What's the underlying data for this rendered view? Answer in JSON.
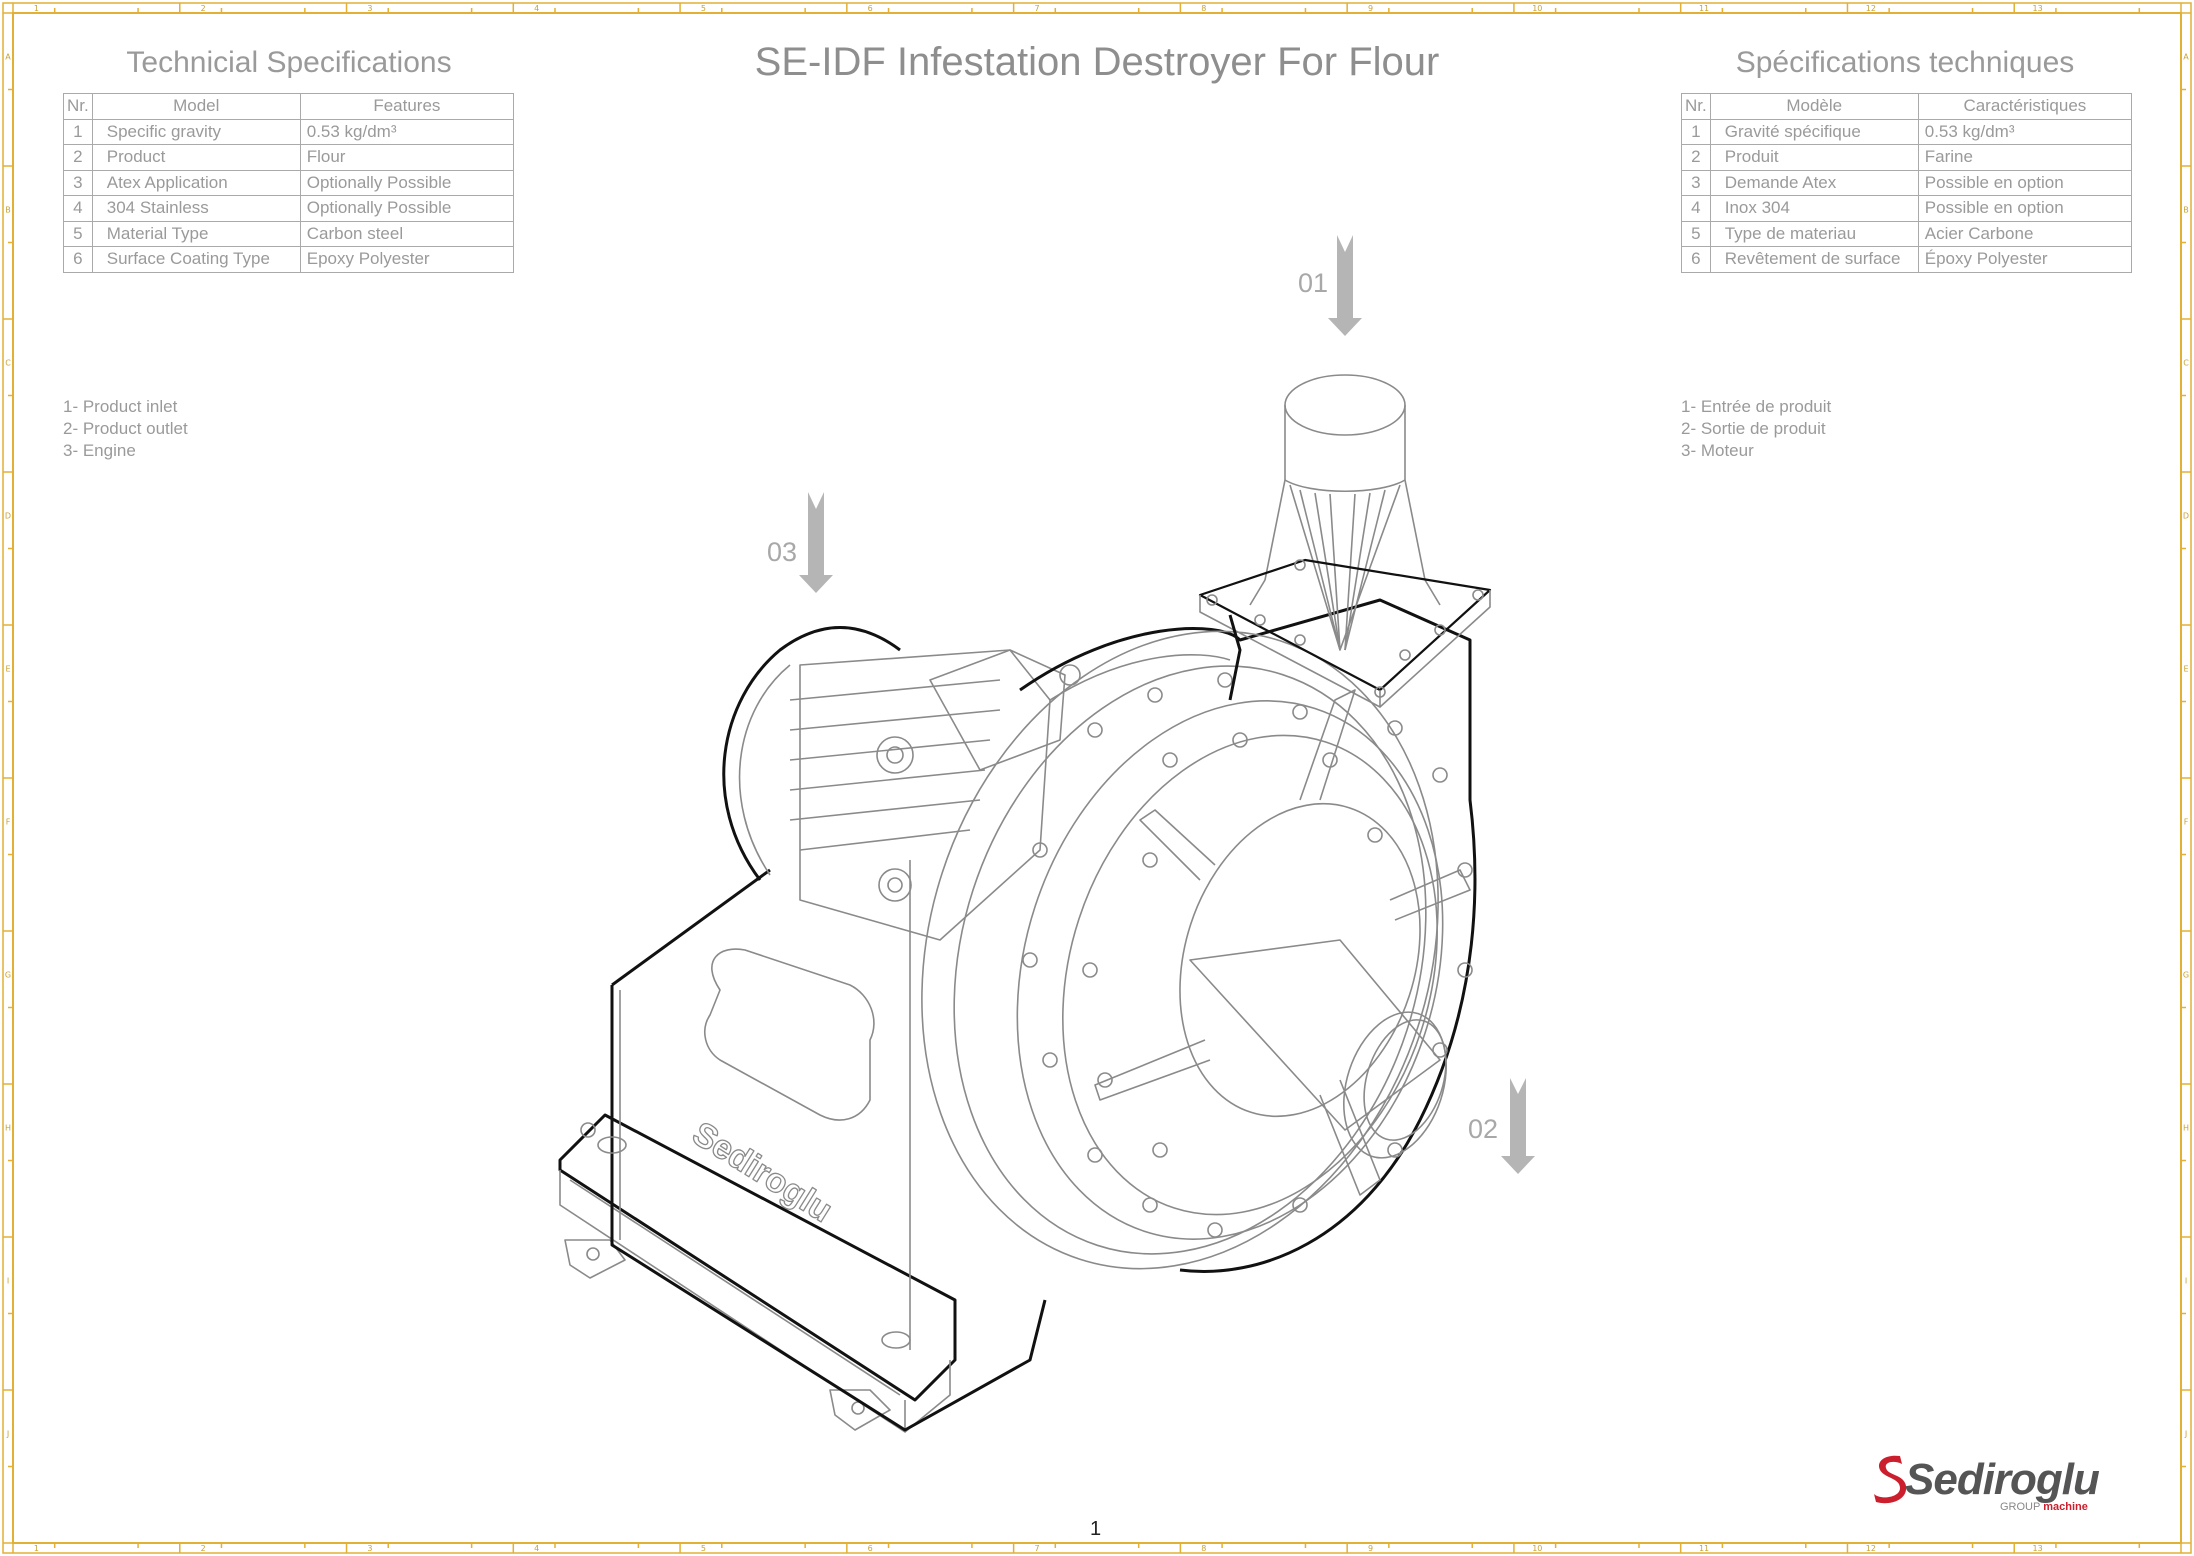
{
  "title": "SE-IDF Infestation Destroyer For Flour",
  "specs_en": {
    "heading": "Technicial Specifications",
    "headers": {
      "nr": "Nr.",
      "model": "Model",
      "features": "Features"
    },
    "rows": [
      {
        "nr": "1",
        "model": "Specific gravity",
        "value": "0.53 kg/dm³"
      },
      {
        "nr": "2",
        "model": "Product",
        "value": "Flour"
      },
      {
        "nr": "3",
        "model": "Atex Application",
        "value": "Optionally Possible"
      },
      {
        "nr": "4",
        "model": "304 Stainless",
        "value": "Optionally Possible"
      },
      {
        "nr": "5",
        "model": "Material Type",
        "value": "Carbon steel"
      },
      {
        "nr": "6",
        "model": "Surface Coating Type",
        "value": "Epoxy Polyester"
      }
    ]
  },
  "specs_fr": {
    "heading": "Spécifications techniques",
    "headers": {
      "nr": "Nr.",
      "model": "Modèle",
      "features": "Caractéristiques"
    },
    "rows": [
      {
        "nr": "1",
        "model": "Gravité spécifique",
        "value": "0.53 kg/dm³"
      },
      {
        "nr": "2",
        "model": "Produit",
        "value": "Farine"
      },
      {
        "nr": "3",
        "model": "Demande Atex",
        "value": "Possible en option"
      },
      {
        "nr": "4",
        "model": "Inox 304",
        "value": "Possible en option"
      },
      {
        "nr": "5",
        "model": "Type de materiau",
        "value": "Acier Carbone"
      },
      {
        "nr": "6",
        "model": "Revêtement de surface",
        "value": "Époxy Polyester"
      }
    ]
  },
  "legend_en": [
    "1- Product inlet",
    "2- Product outlet",
    "3- Engine"
  ],
  "legend_fr": [
    "1- Entrée de produit",
    "2- Sortie de produit",
    "3- Moteur"
  ],
  "callouts": {
    "c01": "01",
    "c02": "02",
    "c03": "03"
  },
  "machine_brand": "Sediroglu",
  "logo": {
    "name": "Sediroglu",
    "group": "GROUP",
    "machine": "machine"
  },
  "page_number": "1",
  "frame": {
    "column_labels": [
      "1",
      "2",
      "3",
      "4",
      "5",
      "6",
      "7",
      "8",
      "9",
      "10",
      "11",
      "12",
      "13"
    ],
    "row_labels": [
      "A",
      "B",
      "C",
      "D",
      "E",
      "F",
      "G",
      "H",
      "I",
      "J"
    ]
  },
  "colors": {
    "frame": "#e2b035",
    "text_gray": "#9a9a9a",
    "logo_red": "#cc1f2d"
  }
}
